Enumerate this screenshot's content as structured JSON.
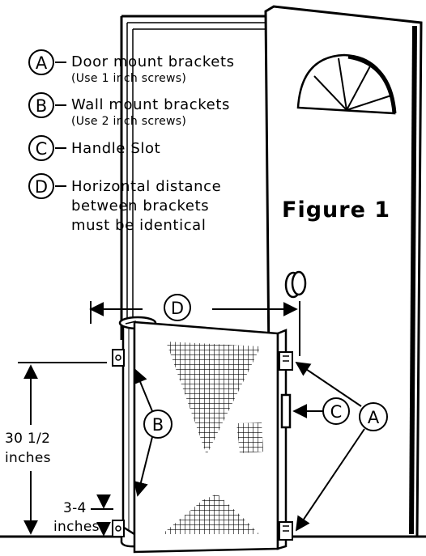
{
  "figure_title": "Figure 1",
  "legend": [
    {
      "letter": "A",
      "text": "Door mount brackets",
      "sub": "(Use 1 inch screws)"
    },
    {
      "letter": "B",
      "text": "Wall mount brackets",
      "sub": "(Use 2 inch screws)"
    },
    {
      "letter": "C",
      "text": "Handle Slot"
    },
    {
      "letter": "D",
      "lines": [
        "Horizontal distance",
        "between brackets",
        "must be identical"
      ]
    }
  ],
  "callouts": {
    "a": "A",
    "b": "B",
    "c": "C",
    "d": "D"
  },
  "dimensions": {
    "height_value": "30 1/2",
    "height_unit": "inches",
    "offset_value": "3-4",
    "offset_unit": "inches"
  }
}
